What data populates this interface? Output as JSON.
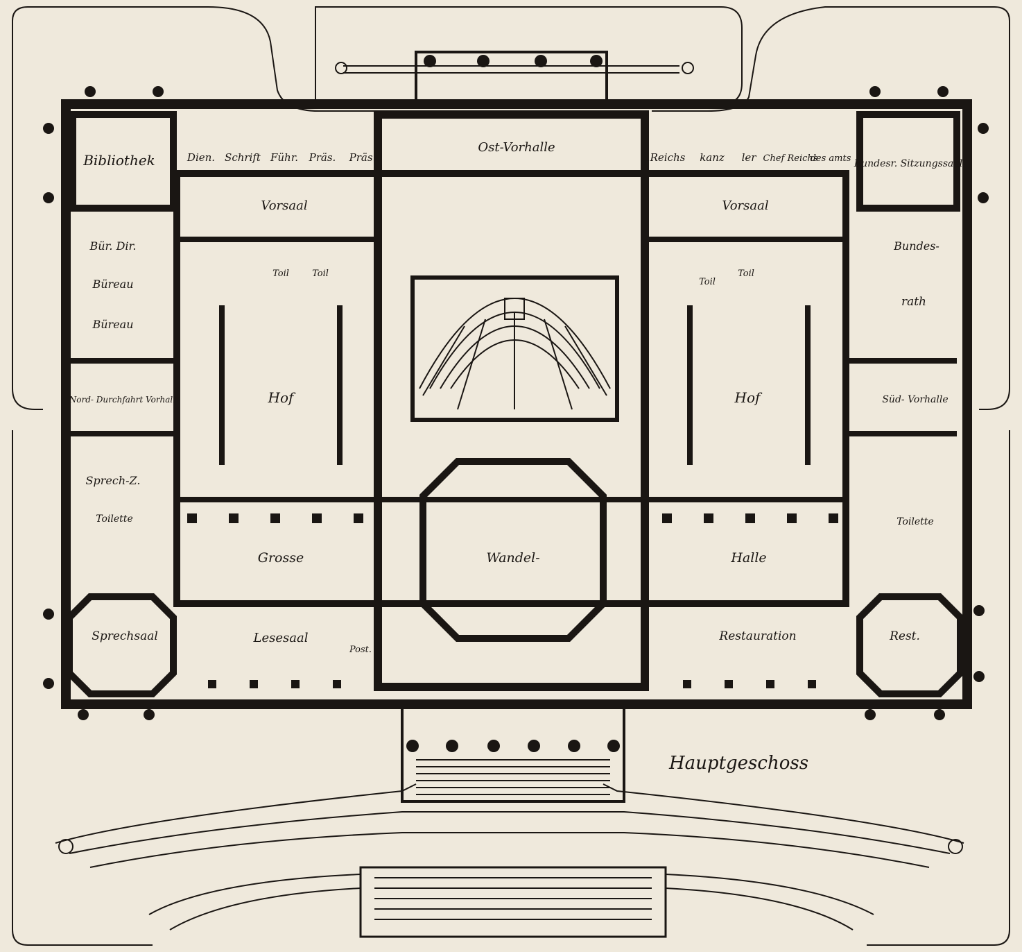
{
  "plan": {
    "title": "Hauptgeschoss",
    "rooms": [
      {
        "id": "bibliothek",
        "label": "Bibliothek"
      },
      {
        "id": "dien",
        "label": "Dien."
      },
      {
        "id": "schrift",
        "label": "Schrift"
      },
      {
        "id": "fuehr",
        "label": "Führ."
      },
      {
        "id": "praes1",
        "label": "Präs."
      },
      {
        "id": "praes2",
        "label": "Präs."
      },
      {
        "id": "ost-vorhalle",
        "label": "Ost-Vorhalle"
      },
      {
        "id": "reichs",
        "label": "Reichs"
      },
      {
        "id": "kanz",
        "label": "kanz"
      },
      {
        "id": "ler",
        "label": "ler"
      },
      {
        "id": "chef-reichs",
        "label": "Chef Reichs"
      },
      {
        "id": "des-amts",
        "label": "des amts"
      },
      {
        "id": "bundesr-sitzungssaal",
        "label": "Bundesr. Sitzungssaal"
      },
      {
        "id": "vorsaal-left",
        "label": "Vorsaal"
      },
      {
        "id": "vorsaal-right",
        "label": "Vorsaal"
      },
      {
        "id": "buer-dir",
        "label": "Bür. Dir."
      },
      {
        "id": "bureau1",
        "label": "Büreau"
      },
      {
        "id": "bureau2",
        "label": "Büreau"
      },
      {
        "id": "toil1",
        "label": "Toil"
      },
      {
        "id": "toil2",
        "label": "Toil"
      },
      {
        "id": "toil3",
        "label": "Toil"
      },
      {
        "id": "toil4",
        "label": "Toil"
      },
      {
        "id": "bundes",
        "label": "Bundes-"
      },
      {
        "id": "rath",
        "label": "rath"
      },
      {
        "id": "nord-durchfahrt",
        "label": "Nord- Durchfahrt Vorhalle"
      },
      {
        "id": "hof-left",
        "label": "Hof"
      },
      {
        "id": "hof-right",
        "label": "Hof"
      },
      {
        "id": "sued-vorhalle",
        "label": "Süd- Vorhalle"
      },
      {
        "id": "sprech-z",
        "label": "Sprech-Z."
      },
      {
        "id": "toilette-left",
        "label": "Toilette"
      },
      {
        "id": "toilette-right",
        "label": "Toilette"
      },
      {
        "id": "grosse",
        "label": "Grosse"
      },
      {
        "id": "wandel",
        "label": "Wandel-"
      },
      {
        "id": "halle",
        "label": "Halle"
      },
      {
        "id": "sprechsaal",
        "label": "Sprechsaal"
      },
      {
        "id": "lesesaal",
        "label": "Lesesaal"
      },
      {
        "id": "post",
        "label": "Post."
      },
      {
        "id": "restauration",
        "label": "Restauration"
      },
      {
        "id": "rest",
        "label": "Rest."
      }
    ]
  }
}
